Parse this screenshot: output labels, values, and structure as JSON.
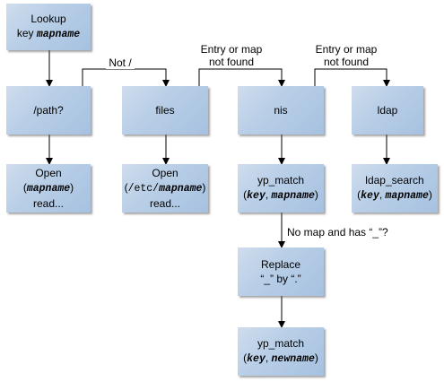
{
  "diagram": {
    "nodes": {
      "lookup": {
        "line1": "Lookup",
        "line2_prefix": "key ",
        "line2_var": "mapname"
      },
      "path": {
        "label": "/path?"
      },
      "files": {
        "label": "files"
      },
      "nis": {
        "label": "nis"
      },
      "ldap": {
        "label": "ldap"
      },
      "open_path": {
        "line1": "Open",
        "line2_open": "(",
        "line2_var": "mapname",
        "line2_close": ")",
        "line3": "read..."
      },
      "open_files": {
        "line1": "Open",
        "line2_open": "(",
        "line2_path": "/etc/",
        "line2_var": "mapname",
        "line2_close": ")",
        "line3": "read..."
      },
      "yp_match_1": {
        "line1": "yp_match",
        "line2_open": "(",
        "line2_var1": "key",
        "line2_sep": ", ",
        "line2_var2": "mapname",
        "line2_close": ")"
      },
      "ldap_search": {
        "line1": "ldap_search",
        "line2_open": "(",
        "line2_var1": "key",
        "line2_sep": ", ",
        "line2_var2": "mapname",
        "line2_close": ")"
      },
      "replace": {
        "line1": "Replace",
        "line2": "“_” by “.”"
      },
      "yp_match_2": {
        "line1": "yp_match",
        "line2_open": "(",
        "line2_var1": "key",
        "line2_sep": ", ",
        "line2_var2": "newname",
        "line2_close": ")"
      }
    },
    "edge_labels": {
      "not_slash": "Not /",
      "entry_not_found_1": {
        "line1": "Entry or map",
        "line2": "not found"
      },
      "entry_not_found_2": {
        "line1": "Entry or map",
        "line2": "not found"
      },
      "no_map": "No map and has “_”?"
    }
  }
}
